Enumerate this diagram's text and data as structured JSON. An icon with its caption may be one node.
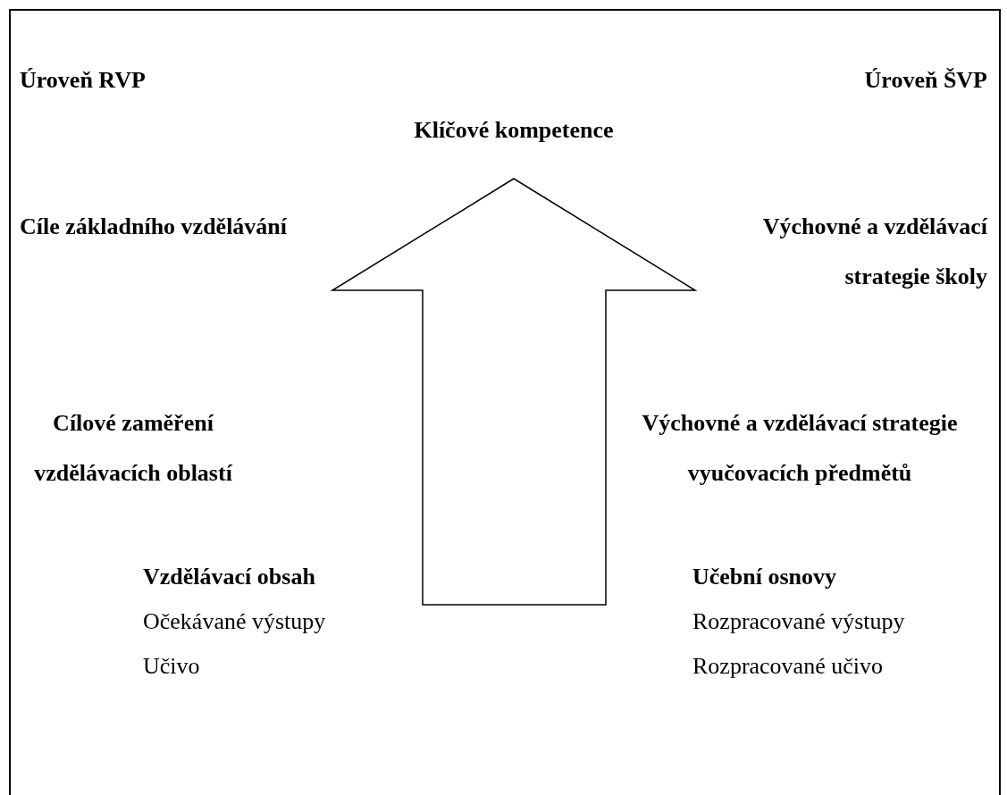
{
  "diagram": {
    "labels": [
      "Úroveň RVP",
      "Úroveň ŠVP",
      "Klíčové kompetence",
      "Cíle základního vzdělávání",
      "Výchovné a vzdělávací strategie školy",
      "Cílové zaměření vzdělávacích oblastí",
      "Výchovné a vzdělávací strategie vyučovacích předmětů",
      "Vzdělávací obsah",
      "Učební osnovy",
      "Očekávané výstupy",
      "Rozpracované výstupy",
      "Učivo",
      "Rozpracované učivo"
    ]
  }
}
